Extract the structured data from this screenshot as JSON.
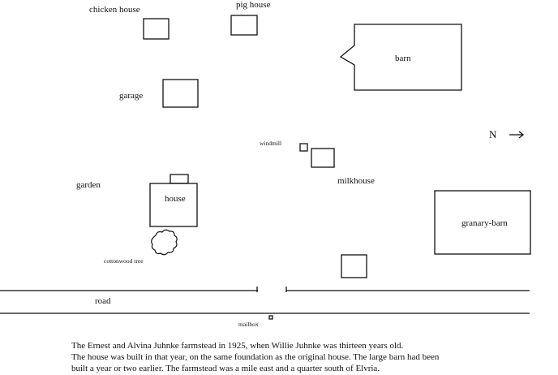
{
  "map": {
    "labels": {
      "chicken_house": "chicken house",
      "pig_house": "pig house",
      "barn": "barn",
      "garage": "garage",
      "north": "N",
      "north_arrow": "→",
      "windmill": "windmill",
      "milkhouse": "milkhouse",
      "garden": "garden",
      "house": "house",
      "granary_barn": "granary-barn",
      "cottonwood_tree": "cottonwood tree",
      "road": "road",
      "mailbox": "mailbox"
    }
  },
  "caption": {
    "line1": "The Ernest and Alvina Juhnke farmstead in 1925, when Willie Juhnke was thirteen years old.",
    "line2": "The house was built in that year, on the same foundation as the original house.  The large barn had been",
    "line3": "built a year or two earlier.  The farmstead was a mile east and a quarter south of Elvria."
  },
  "colors": {
    "ink": "#111111",
    "paper": "#ffffff"
  }
}
